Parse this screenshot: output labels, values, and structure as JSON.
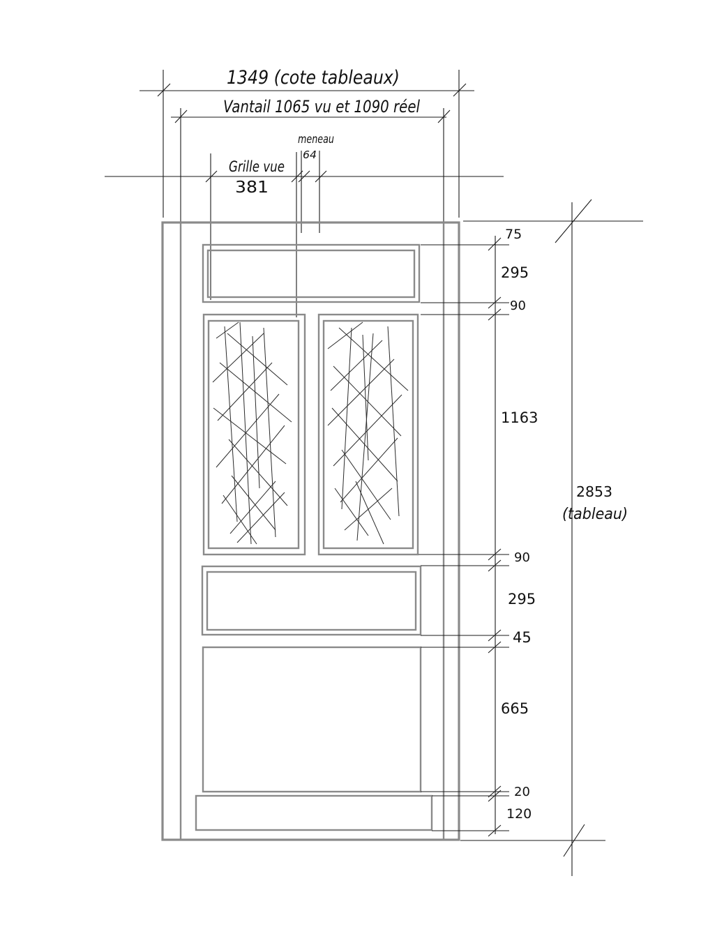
{
  "labels": {
    "overall_width": "1349 (cote tableaux)",
    "leaf_width": "Vantail 1065 vu et 1090 réel",
    "mullion_title": "meneau",
    "mullion_value": "64",
    "grille_title": "Grille vue",
    "grille_value": "381",
    "overall_height_value": "2853",
    "overall_height_note": "(tableau)"
  },
  "vertical_dimensions": [
    "75",
    "295",
    "90",
    "1163",
    "90",
    "295",
    "45",
    "665",
    "20",
    "120"
  ],
  "colors": {
    "ink": "#1a1a1a",
    "door_outline": "#8a8a8a",
    "paper": "#ffffff"
  }
}
